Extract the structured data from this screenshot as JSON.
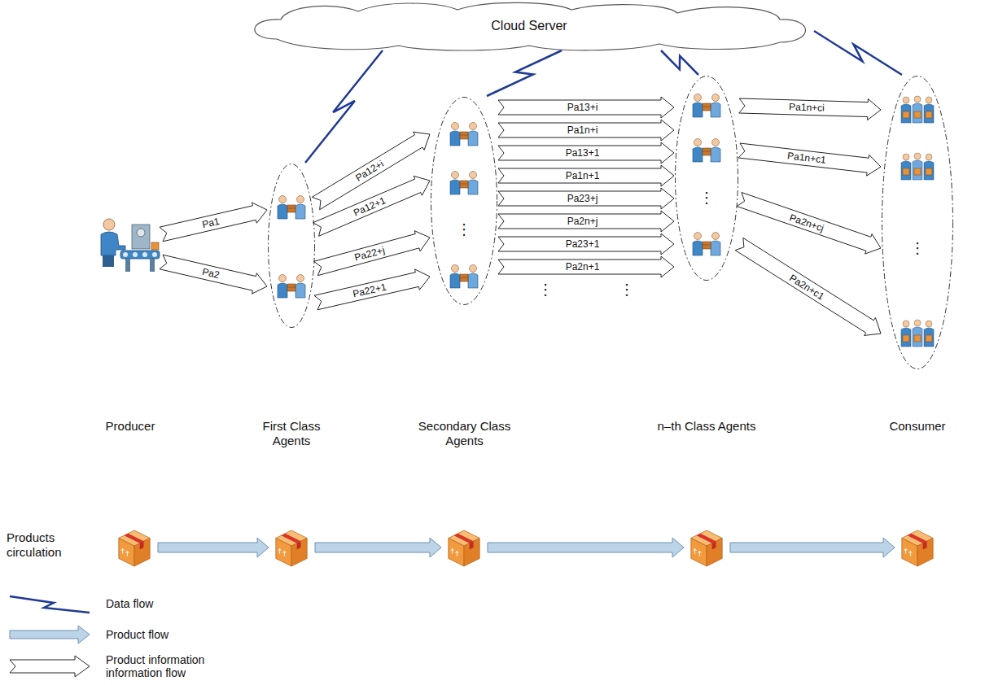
{
  "diagram": {
    "nodes": [
      {
        "text": [
          "Cloud Server"
        ]
      },
      {
        "text": [
          "Producer"
        ]
      },
      {
        "text": [
          "First Class Agents"
        ]
      },
      {
        "text": [
          "Secondary Class Agents"
        ]
      },
      {
        "text": [
          "n–th Class Agents"
        ]
      },
      {
        "text": [
          "Consumer"
        ]
      }
    ],
    "edges": [
      {
        "from": 0,
        "to": 2,
        "arrow": "none"
      },
      {
        "from": 0,
        "to": 3,
        "arrow": "none"
      },
      {
        "from": 0,
        "to": 4,
        "arrow": "none"
      },
      {
        "from": 0,
        "to": 5,
        "arrow": "none"
      },
      {
        "from": 1,
        "to": 2,
        "label": "Pa1",
        "arrow": "to"
      },
      {
        "from": 1,
        "to": 2,
        "label": "Pa2",
        "arrow": "to"
      },
      {
        "from": 2,
        "to": 3,
        "label": "Pa12+i",
        "arrow": "to"
      },
      {
        "from": 2,
        "to": 3,
        "label": "Pa12+1",
        "arrow": "to"
      },
      {
        "from": 2,
        "to": 3,
        "label": "Pa22+j",
        "arrow": "to"
      },
      {
        "from": 2,
        "to": 3,
        "label": "Pa22+1",
        "arrow": "to"
      },
      {
        "from": 3,
        "to": 4,
        "label": "Pa13+i",
        "arrow": "to"
      },
      {
        "from": 3,
        "to": 4,
        "label": "Pa1n+i",
        "arrow": "to"
      },
      {
        "from": 3,
        "to": 4,
        "label": "Pa13+1",
        "arrow": "to"
      },
      {
        "from": 3,
        "to": 4,
        "label": "Pa1n+1",
        "arrow": "to"
      },
      {
        "from": 3,
        "to": 4,
        "label": "Pa23+j",
        "arrow": "to"
      },
      {
        "from": 3,
        "to": 4,
        "label": "Pa2n+j",
        "arrow": "to"
      },
      {
        "from": 3,
        "to": 4,
        "label": "Pa23+1",
        "arrow": "to"
      },
      {
        "from": 3,
        "to": 4,
        "label": "Pa2n+1",
        "arrow": "to"
      },
      {
        "from": 4,
        "to": 5,
        "label": "Pa1n+ci",
        "arrow": "to"
      },
      {
        "from": 4,
        "to": 5,
        "label": "Pa1n+c1",
        "arrow": "to"
      },
      {
        "from": 4,
        "to": 5,
        "label": "Pa2n+cj",
        "arrow": "to"
      },
      {
        "from": 4,
        "to": 5,
        "label": "Pa2n+c1",
        "arrow": "to"
      }
    ],
    "labels": [
      "Products circulation",
      "⋮",
      "⋮",
      "⋮",
      "⋮",
      "⋮"
    ],
    "legend": [
      {
        "text": "Data flow"
      },
      {
        "text": "Product flow"
      },
      {
        "text": "Product information information flow"
      }
    ]
  }
}
